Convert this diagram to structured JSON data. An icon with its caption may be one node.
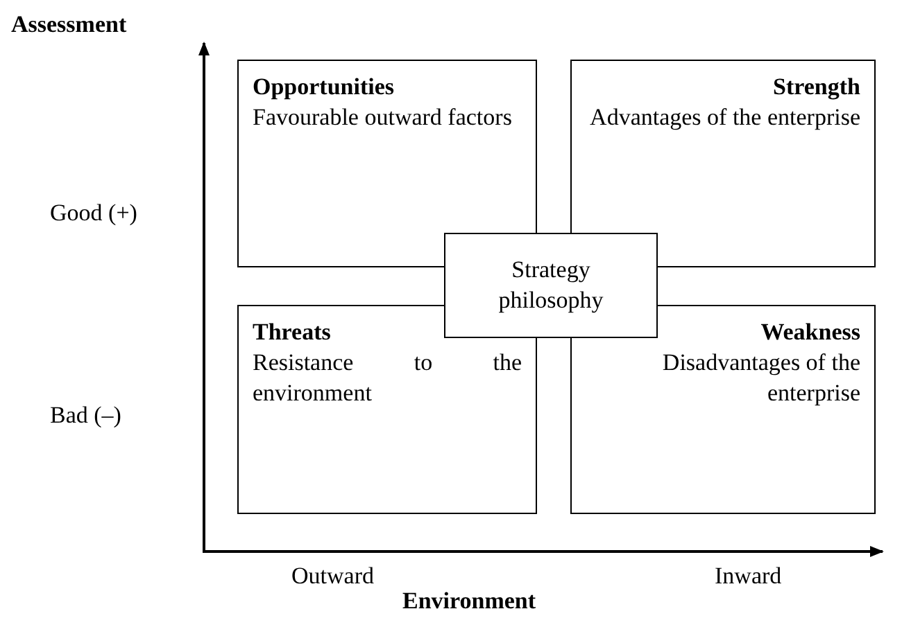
{
  "diagram": {
    "nodes": [
      {
        "text": [
          "Opportunities",
          "Favourable outward factors"
        ]
      },
      {
        "text": [
          "Strength",
          "Advantages of the enterprise"
        ]
      },
      {
        "text": [
          "Threats",
          "Resistance to the environment"
        ]
      },
      {
        "text": [
          "Weakness",
          "Disadvantages of the enterprise"
        ]
      },
      {
        "text": [
          "Strategy philosophy"
        ]
      }
    ],
    "edges": [],
    "labels": [
      "Assessment",
      "Good (+)",
      "Bad (–)",
      "Outward",
      "Inward",
      "Environment"
    ]
  }
}
